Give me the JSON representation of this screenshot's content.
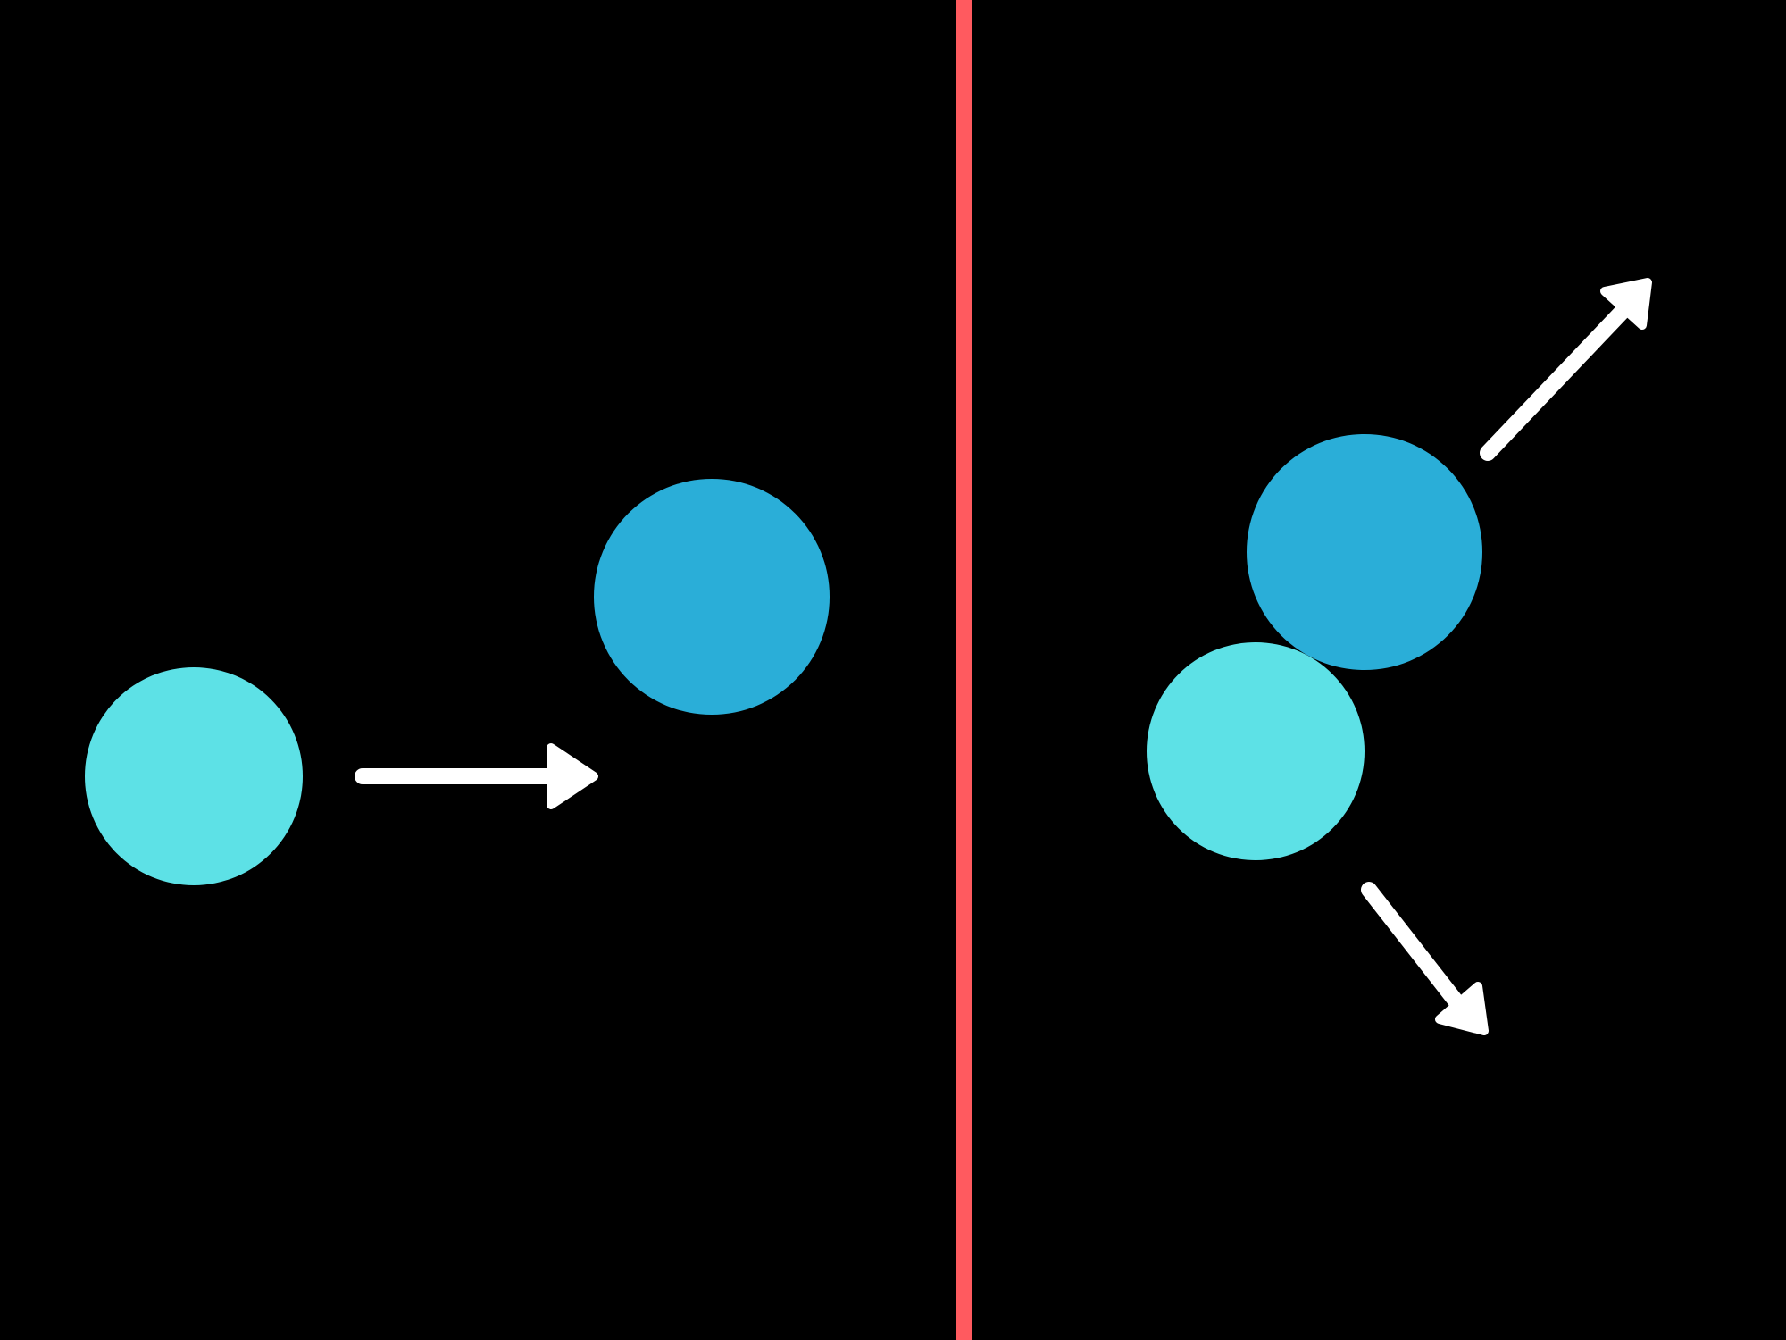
{
  "colors": {
    "background": "#000000",
    "divider": "#FF5A5F",
    "ball_light": "#5DE1E6",
    "ball_dark": "#2AAED8",
    "arrow": "#FFFFFF"
  },
  "panels": [
    {
      "name": "before-collision",
      "balls": [
        "ball_light",
        "ball_dark"
      ],
      "arrows": 1
    },
    {
      "name": "after-collision",
      "balls": [
        "ball_light",
        "ball_dark"
      ],
      "arrows": 2
    }
  ]
}
